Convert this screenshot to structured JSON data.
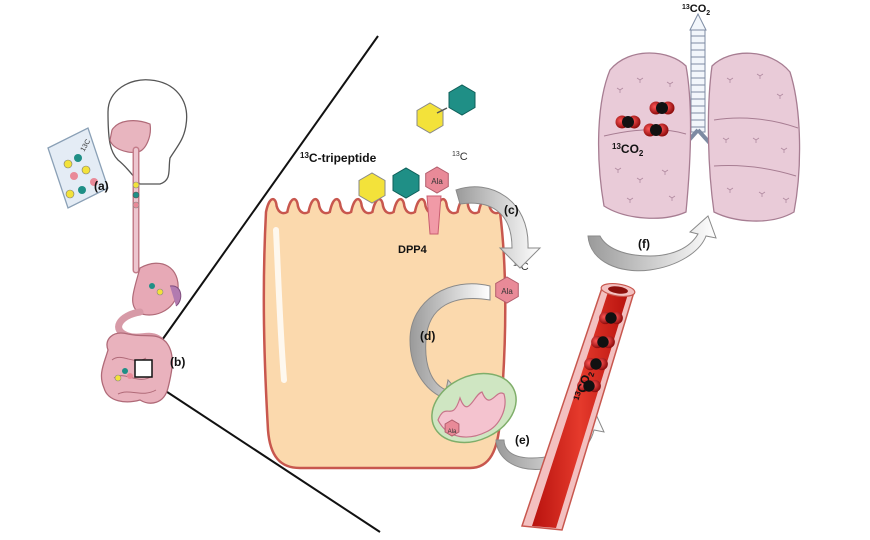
{
  "labels": {
    "a": "(a)",
    "b": "(b)",
    "c": "(c)",
    "d": "(d)",
    "e": "(e)",
    "f": "(f)"
  },
  "tripeptide": {
    "sup": "13",
    "text": "C-tripeptide"
  },
  "enzyme": "DPP4",
  "isotope": {
    "sup": "13",
    "letter": "C"
  },
  "alanine": "Ala",
  "co2": {
    "sup": "13",
    "text": "CO",
    "sub": "2"
  },
  "cup_isotope": "13C",
  "colors": {
    "cell_fill": "#fbd9ad",
    "cell_stroke": "#c8574e",
    "vessel_outer": "#f3c0c0",
    "vessel_inner": "#d8261c",
    "lung_fill": "#e9cbd8",
    "hexagon_yellow": "#f3e23a",
    "hexagon_teal": "#1f8f86",
    "alanine_pink": "#e98a98",
    "mitochondrion_outer": "#cfe6c2"
  }
}
